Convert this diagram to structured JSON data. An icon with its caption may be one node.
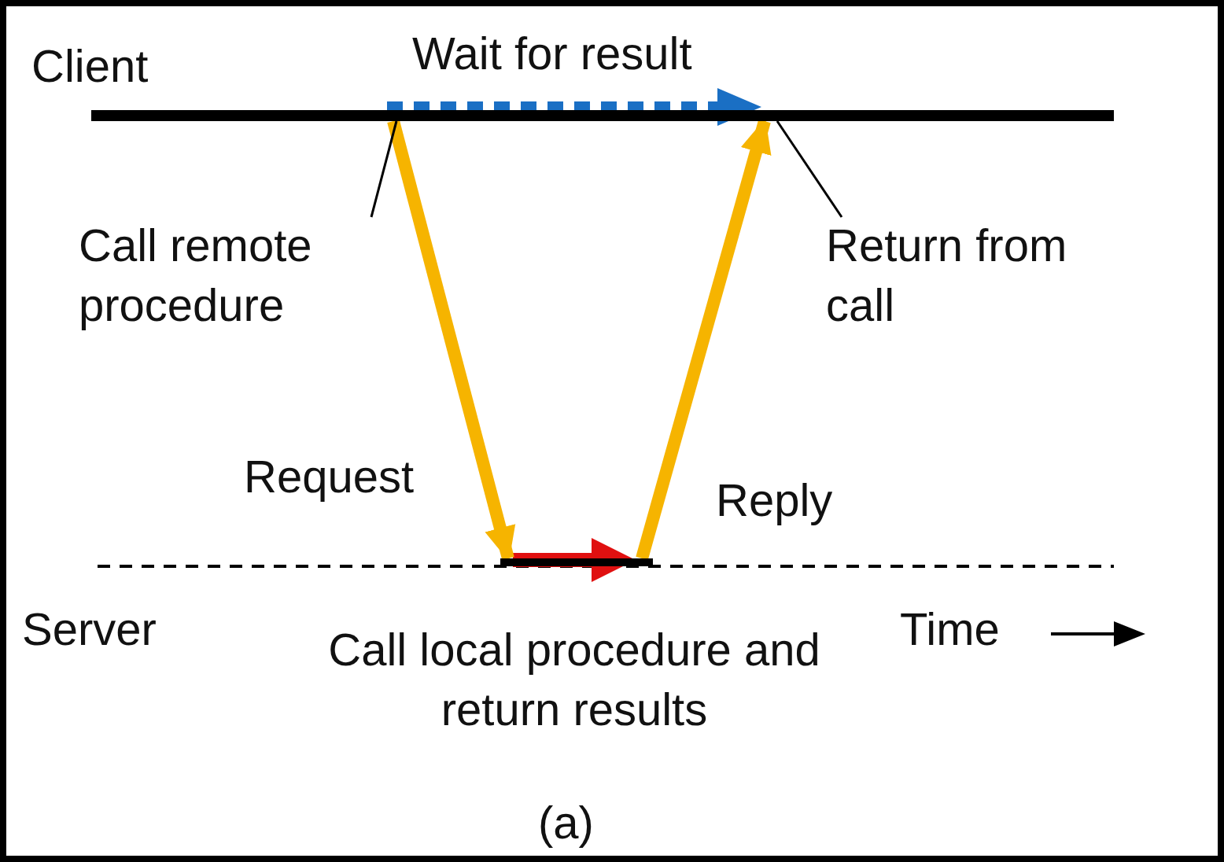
{
  "diagram": {
    "nodes": [
      {
        "text": [],
        "shape": "bar"
      },
      {
        "text": [],
        "shape": "bar"
      },
      {
        "text": [
          "Call remote procedure"
        ]
      },
      {
        "text": [
          "Return from call"
        ]
      }
    ],
    "edges": [
      {
        "from": 0,
        "to": 1,
        "arrow": "to",
        "label": "Request",
        "style": "thick",
        "color": "#f6b400"
      },
      {
        "from": 1,
        "to": 0,
        "arrow": "to",
        "label": "Reply",
        "style": "thick",
        "color": "#f6b400"
      },
      {
        "from": 2,
        "to": 0,
        "arrow": "none",
        "color": "#000000"
      },
      {
        "from": 3,
        "to": 0,
        "arrow": "none",
        "color": "#000000"
      }
    ],
    "labels": [
      "Client",
      "Wait for result",
      "Server",
      "Call local procedure and return results",
      "Time",
      "(a)"
    ]
  }
}
